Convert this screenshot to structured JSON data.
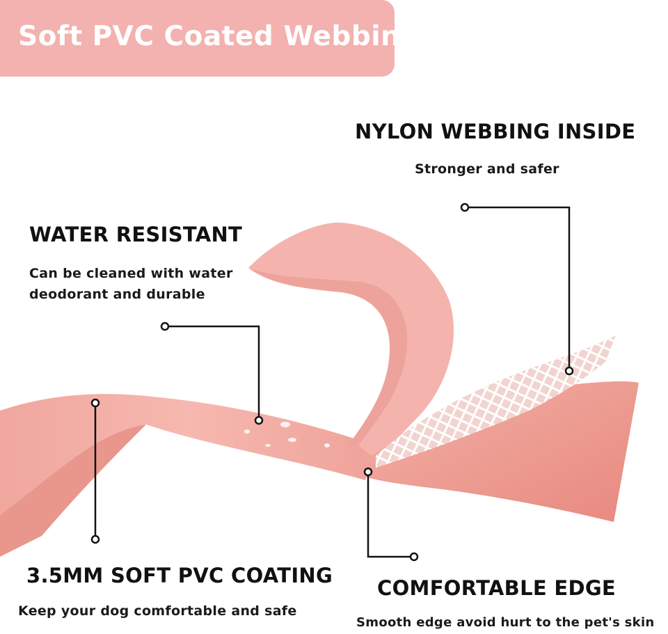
{
  "banner": {
    "text": "Soft PVC Coated Webbing",
    "color": "#f3b1af"
  },
  "features": {
    "nylon": {
      "title": "NYLON WEBBING INSIDE",
      "description": "Stronger and safer"
    },
    "water": {
      "title": "WATER RESISTANT",
      "description_line1": "Can be cleaned with water",
      "description_line2": "deodorant and durable"
    },
    "coating": {
      "title": "3.5MM SOFT PVC COATING",
      "description": "Keep your dog comfortable and safe"
    },
    "edge": {
      "title": "COMFORTABLE EDGE",
      "description": "Smooth edge avoid hurt to the pet's skin"
    }
  },
  "colors": {
    "strap": "#f2aaa2",
    "strap_dark": "#e8958c",
    "mesh": "#ffffff",
    "leader": "#111111"
  }
}
